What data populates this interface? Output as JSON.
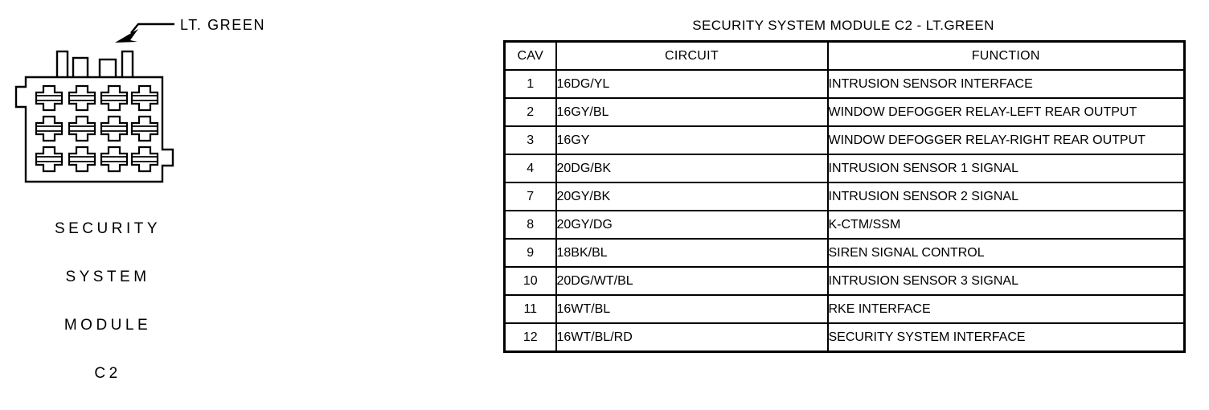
{
  "diagram": {
    "callout_label": "LT. GREEN",
    "callout_target_tab_index": 2,
    "caption_lines": [
      "SECURITY",
      "SYSTEM",
      "MODULE",
      "C2"
    ],
    "cavity_rows": 3,
    "cavity_cols": 4,
    "top_tab_count": 4,
    "ink_color": "#000000",
    "background_color": "#ffffff"
  },
  "table": {
    "title": "SECURITY SYSTEM MODULE C2 - LT.GREEN",
    "headers": [
      "CAV",
      "CIRCUIT",
      "FUNCTION"
    ],
    "rows": [
      {
        "cav": "1",
        "circuit": "16DG/YL",
        "function": "INTRUSION SENSOR INTERFACE"
      },
      {
        "cav": "2",
        "circuit": "16GY/BL",
        "function": "WINDOW DEFOGGER RELAY-LEFT REAR OUTPUT"
      },
      {
        "cav": "3",
        "circuit": "16GY",
        "function": "WINDOW DEFOGGER RELAY-RIGHT REAR OUTPUT"
      },
      {
        "cav": "4",
        "circuit": "20DG/BK",
        "function": "INTRUSION SENSOR 1 SIGNAL"
      },
      {
        "cav": "7",
        "circuit": "20GY/BK",
        "function": "INTRUSION SENSOR 2 SIGNAL"
      },
      {
        "cav": "8",
        "circuit": "20GY/DG",
        "function": "K-CTM/SSM"
      },
      {
        "cav": "9",
        "circuit": "18BK/BL",
        "function": "SIREN SIGNAL CONTROL"
      },
      {
        "cav": "10",
        "circuit": "20DG/WT/BL",
        "function": "INTRUSION SENSOR 3 SIGNAL"
      },
      {
        "cav": "11",
        "circuit": "16WT/BL",
        "function": "RKE INTERFACE"
      },
      {
        "cav": "12",
        "circuit": "16WT/BL/RD",
        "function": "SECURITY SYSTEM INTERFACE"
      }
    ]
  }
}
